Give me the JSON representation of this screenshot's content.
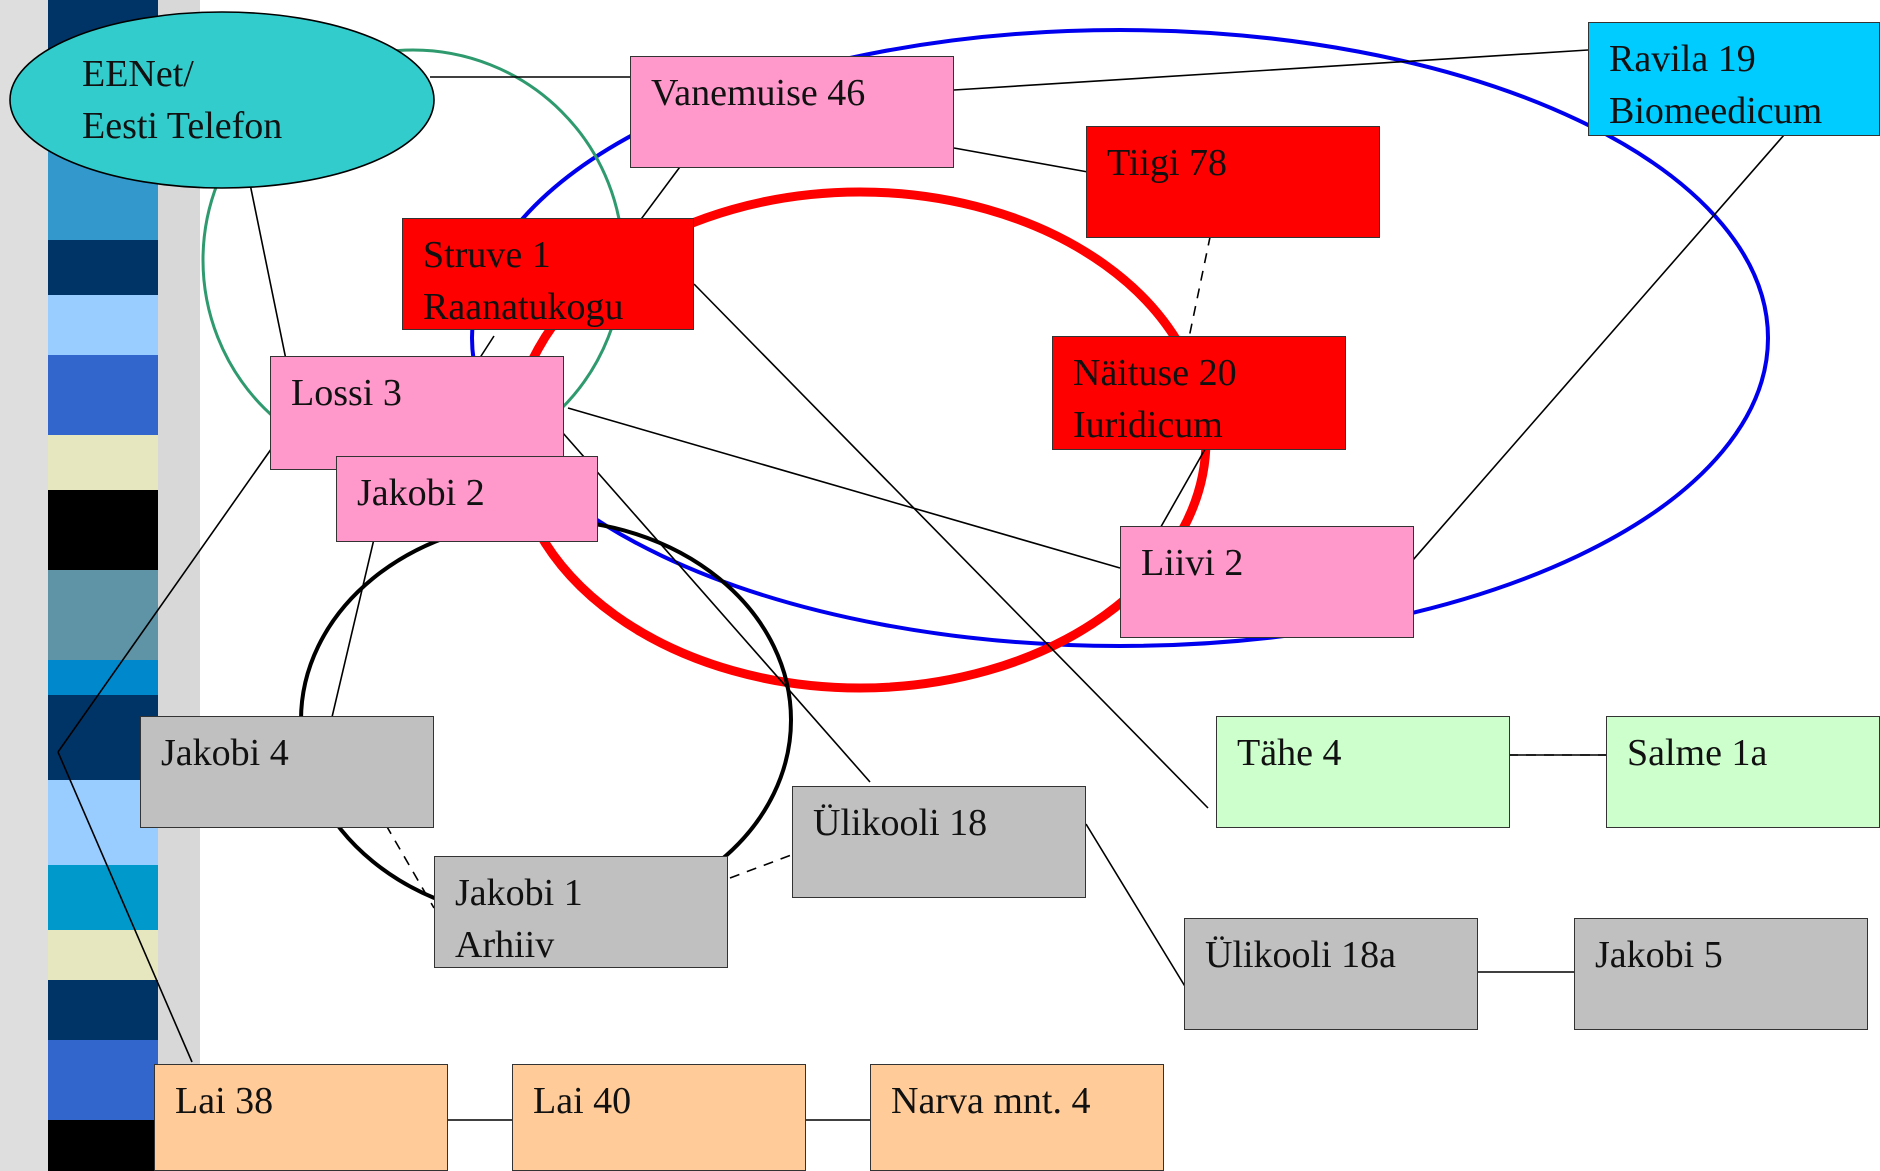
{
  "colors": {
    "slide_band_light_blue": "#99ccff",
    "slide_band_mid_blue": "#3366cc",
    "slide_band_navy": "#003366",
    "slide_band_cream": "#e6e6bf",
    "slide_band_teal": "#5f93a6",
    "slide_band_black": "#000000",
    "ring_blue": "#0000ee",
    "ring_red": "#ff0000",
    "ring_green": "#2e9a6e",
    "ring_black": "#000000",
    "box_pink": "#ff99cc",
    "box_red": "#ff0000",
    "box_grey": "#c0c0c0",
    "box_green": "#ccffcc",
    "box_orange": "#ffcc99",
    "box_cyan": "#00ccff",
    "oval_teal": "#33cccc"
  },
  "nodes": {
    "eenet": {
      "line1": "EENet/",
      "line2": "Eesti Telefon"
    },
    "vanemuise46": {
      "line1": "Vanemuise 46"
    },
    "ravila19": {
      "line1": "Ravila 19",
      "line2": "Biomeedicum"
    },
    "tiigi78": {
      "line1": "Tiigi 78"
    },
    "struve1": {
      "line1": "Struve 1",
      "line2": "Raanatukogu"
    },
    "naituse20": {
      "line1": "Näituse 20",
      "line2": "Iuridicum"
    },
    "lossi3": {
      "line1": "Lossi 3"
    },
    "jakobi2": {
      "line1": "Jakobi 2"
    },
    "liivi2": {
      "line1": "Liivi 2"
    },
    "tahe4": {
      "line1": "Tähe 4"
    },
    "salme1a": {
      "line1": "Salme 1a"
    },
    "jakobi4": {
      "line1": "Jakobi 4"
    },
    "ylikooli18": {
      "line1": "Ülikooli 18"
    },
    "jakobi1": {
      "line1": "Jakobi 1",
      "line2": "Arhiiv"
    },
    "ylikooli18a": {
      "line1": "Ülikooli 18a"
    },
    "jakobi5": {
      "line1": "Jakobi 5"
    },
    "lai38": {
      "line1": "Lai 38"
    },
    "lai40": {
      "line1": "Lai 40"
    },
    "narva4": {
      "line1": "Narva mnt. 4"
    }
  }
}
